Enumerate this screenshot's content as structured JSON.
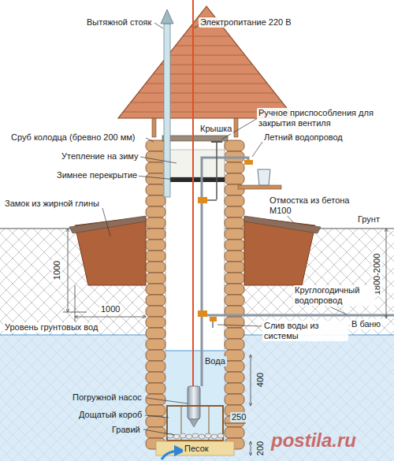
{
  "diagram": {
    "labels": [
      "Вытяжной стояк",
      "Электропитание 220 В",
      "Сруб колодца (бревно 200 мм)",
      "Крышка",
      "Ручное приспособления для закрытия вентиля",
      "Утепление на зиму",
      "Летний водопровод",
      "Зимнее перекрытие",
      "Замок из жирной глины",
      "Отмостка из бетона М100",
      "Грунт",
      "1000",
      "1800-2000",
      "1000",
      "Круглогодичный водопровод",
      "Слив воды из системы",
      "Уровень грунтовых вод",
      "В баню",
      "Вода",
      "Погружной насос",
      "400",
      "Дощатый короб",
      "250",
      "Гравий",
      "200",
      "Песок",
      "postila.ru"
    ]
  }
}
